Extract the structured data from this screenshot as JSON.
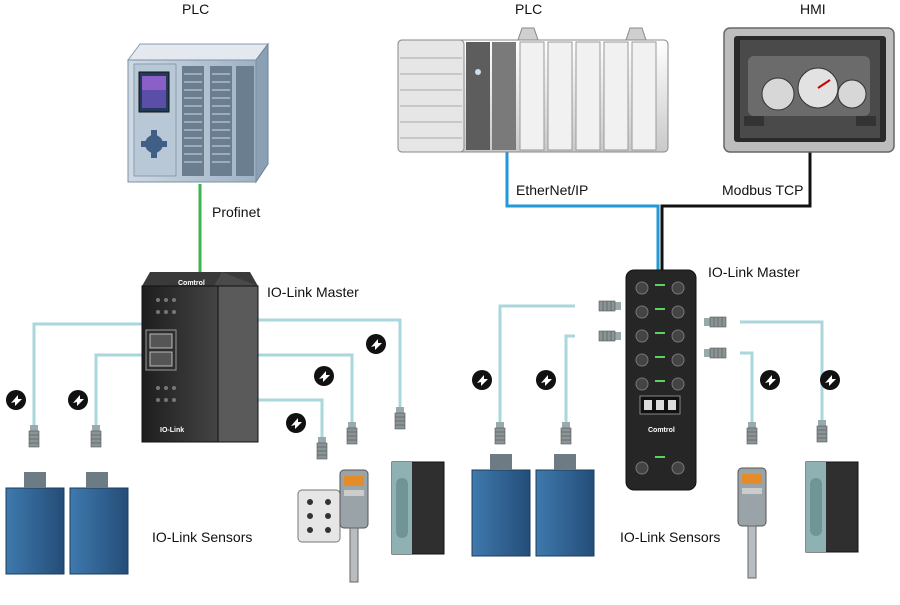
{
  "labels": {
    "plc_left": "PLC",
    "plc_right": "PLC",
    "hmi": "HMI",
    "profinet": "Profinet",
    "ethernet_ip": "EtherNet/IP",
    "modbus_tcp": "Modbus TCP",
    "iolink_master_left": "IO-Link Master",
    "iolink_master_right": "IO-Link Master",
    "sensors_left": "IO-Link Sensors",
    "sensors_right": "IO-Link Sensors"
  },
  "device_logos": {
    "master_left_brand": "Comtrol",
    "master_left_footer": "IO-Link",
    "master_right_brand": "Comtrol"
  },
  "colors": {
    "profinet_line": "#3fb34f",
    "ethernet_line": "#1f9ad6",
    "modbus_line": "#111111",
    "sensor_cable": "#a9d7dc",
    "sensor_body": "#2e5f8f",
    "master_body": "#2b2b2b"
  },
  "icons": [
    "iolink-symbol-icon"
  ]
}
